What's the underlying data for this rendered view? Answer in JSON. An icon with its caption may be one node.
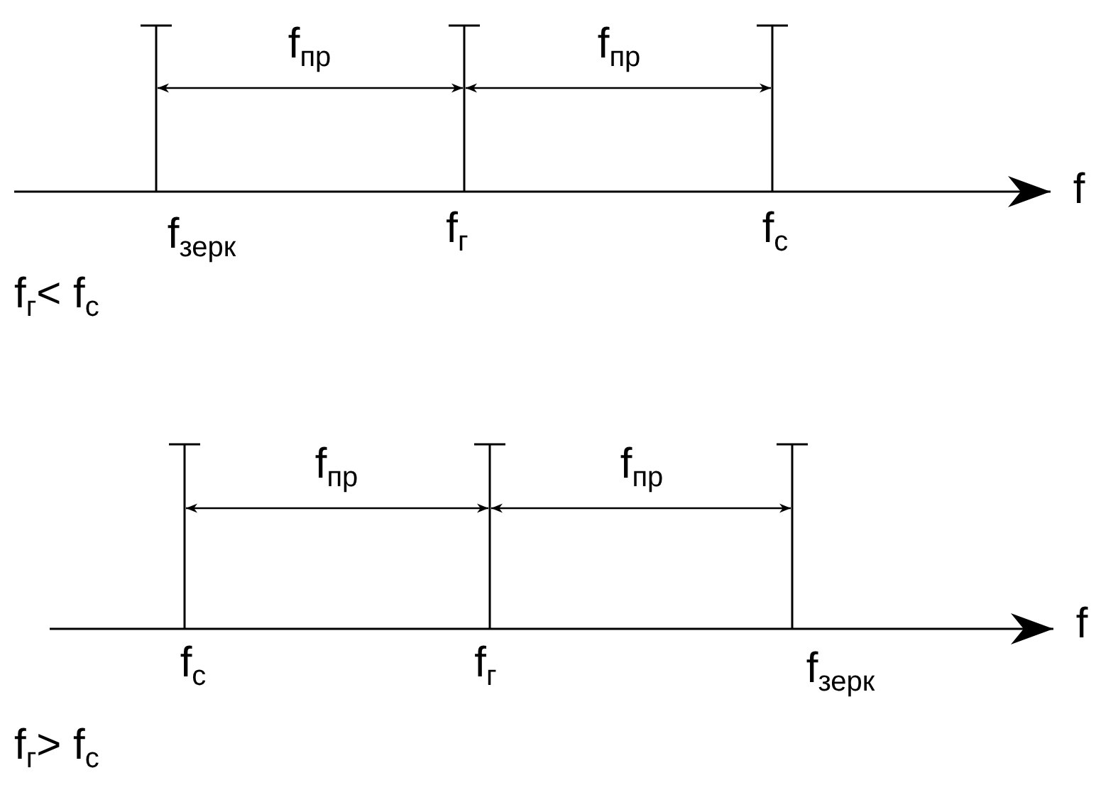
{
  "diagram": {
    "labels": [
      "f$_{пр}$",
      "f$_{пр}$",
      "f",
      "f$_{зерк}$",
      "f$_{г}$",
      "f$_{с}$",
      "f$_{г}$< f$_{с}$",
      "f$_{пр}$",
      "f$_{пр}$",
      "f",
      "f$_{с}$",
      "f$_{г}$",
      "f$_{зерк}$",
      "f$_{г}$> f$_{с}$"
    ]
  }
}
